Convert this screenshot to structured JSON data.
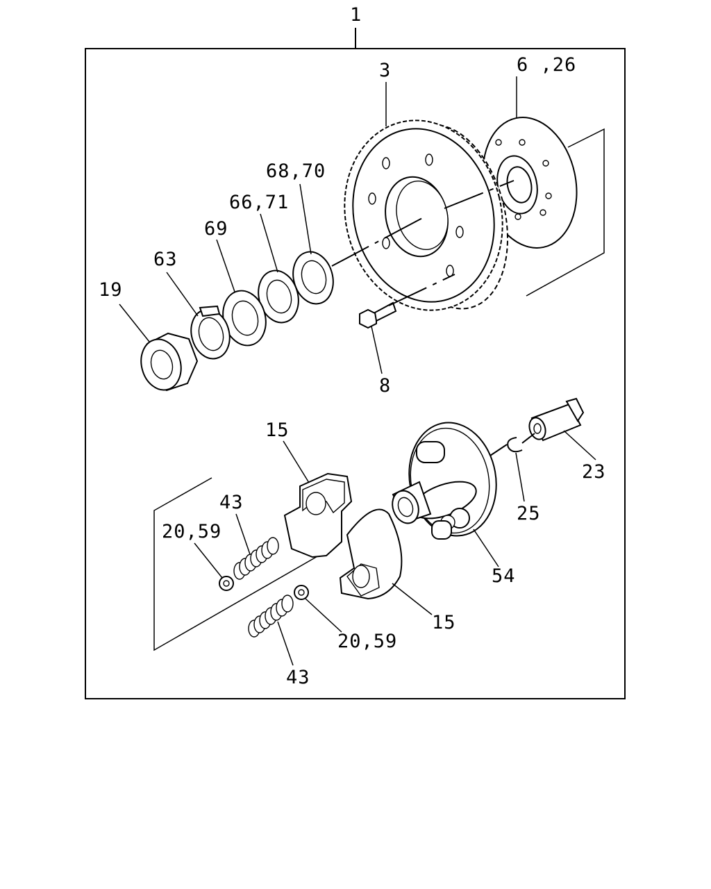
{
  "diagram": {
    "labels": {
      "assembly": "1",
      "timing_gear": "3",
      "hub": "6 ,26",
      "washer_68_70": "68,70",
      "washer_66_71": "66,71",
      "washer_69": "69",
      "lock_washer": "63",
      "nut": "19",
      "bolt": "8",
      "weight_upper": "15",
      "spring_left": "43",
      "seat_left": "20,59",
      "weight_lower": "15",
      "seat_right": "20,59",
      "spring_lower": "43",
      "flange": "54",
      "snap_ring": "25",
      "pin": "23"
    }
  }
}
